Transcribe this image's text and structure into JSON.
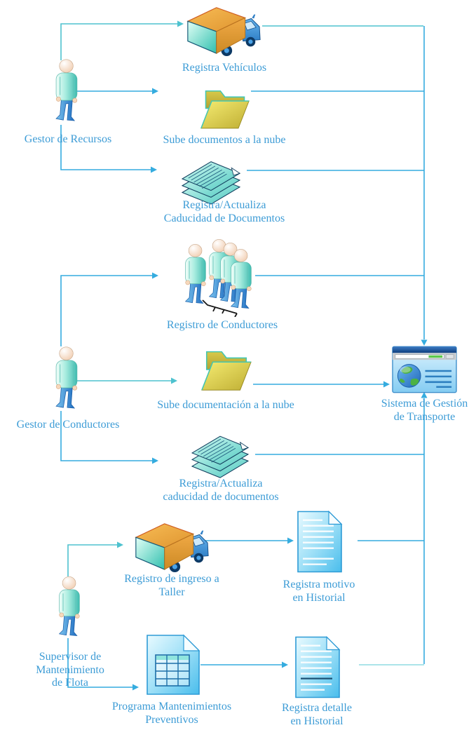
{
  "diagram": {
    "type": "flow-diagram",
    "language": "es",
    "colors": {
      "connector_blue": "#35acdf",
      "connector_teal": "#4ec2cf",
      "connector_light": "#8fdce2",
      "label_text": "#3d9cd6"
    }
  },
  "actors": {
    "gestor_recursos": {
      "label": "Gestor de Recursos",
      "icon": "person-icon"
    },
    "gestor_conductores": {
      "label": "Gestor de Conductores",
      "icon": "person-icon"
    },
    "supervisor_flota": {
      "label": "Supervisor de\nMantenimiento\nde Flota",
      "icon": "person-icon"
    }
  },
  "activities": {
    "registra_vehiculos": {
      "label": "Registra Vehículos",
      "icon": "truck-icon"
    },
    "sube_documentos": {
      "label": "Sube documentos a la nube",
      "icon": "folder-icon"
    },
    "registra_actualiza_docs": {
      "label": "Registra/Actualiza\nCaducidad de Documentos",
      "icon": "papers-icon"
    },
    "registro_conductores": {
      "label": "Registro de Conductores",
      "icon": "people-group-icon"
    },
    "sube_documentacion": {
      "label": "Sube documentación a la nube",
      "icon": "folder-icon"
    },
    "registra_actualiza_docs2": {
      "label": "Registra/Actualiza\ncaducidad de documentos",
      "icon": "papers-icon"
    },
    "registro_ingreso_taller": {
      "label": "Registro de ingreso a\nTaller",
      "icon": "truck-icon"
    },
    "registra_motivo": {
      "label": "Registra motivo\nen Historial",
      "icon": "document-icon"
    },
    "programa_mantenimientos": {
      "label": "Programa Mantenimientos\nPreventivos",
      "icon": "spreadsheet-icon"
    },
    "registra_detalle": {
      "label": "Registra detalle\nen Historial",
      "icon": "document-icon"
    }
  },
  "system": {
    "label": "Sistema de Gestión\nde Transporte",
    "icon": "browser-globe-icon"
  },
  "edges": [
    {
      "from": "gestor_recursos",
      "to": "registra_vehiculos"
    },
    {
      "from": "gestor_recursos",
      "to": "sube_documentos"
    },
    {
      "from": "gestor_recursos",
      "to": "registra_actualiza_docs"
    },
    {
      "from": "registra_vehiculos",
      "to": "sistema"
    },
    {
      "from": "sube_documentos",
      "to": "sistema"
    },
    {
      "from": "registra_actualiza_docs",
      "to": "sistema"
    },
    {
      "from": "gestor_conductores",
      "to": "registro_conductores"
    },
    {
      "from": "gestor_conductores",
      "to": "sube_documentacion"
    },
    {
      "from": "gestor_conductores",
      "to": "registra_actualiza_docs2"
    },
    {
      "from": "registro_conductores",
      "to": "sistema"
    },
    {
      "from": "sube_documentacion",
      "to": "sistema"
    },
    {
      "from": "registra_actualiza_docs2",
      "to": "sistema"
    },
    {
      "from": "supervisor_flota",
      "to": "registro_ingreso_taller"
    },
    {
      "from": "supervisor_flota",
      "to": "programa_mantenimientos"
    },
    {
      "from": "registro_ingreso_taller",
      "to": "registra_motivo"
    },
    {
      "from": "programa_mantenimientos",
      "to": "registra_detalle"
    },
    {
      "from": "registra_motivo",
      "to": "sistema"
    },
    {
      "from": "registra_detalle",
      "to": "sistema"
    }
  ]
}
